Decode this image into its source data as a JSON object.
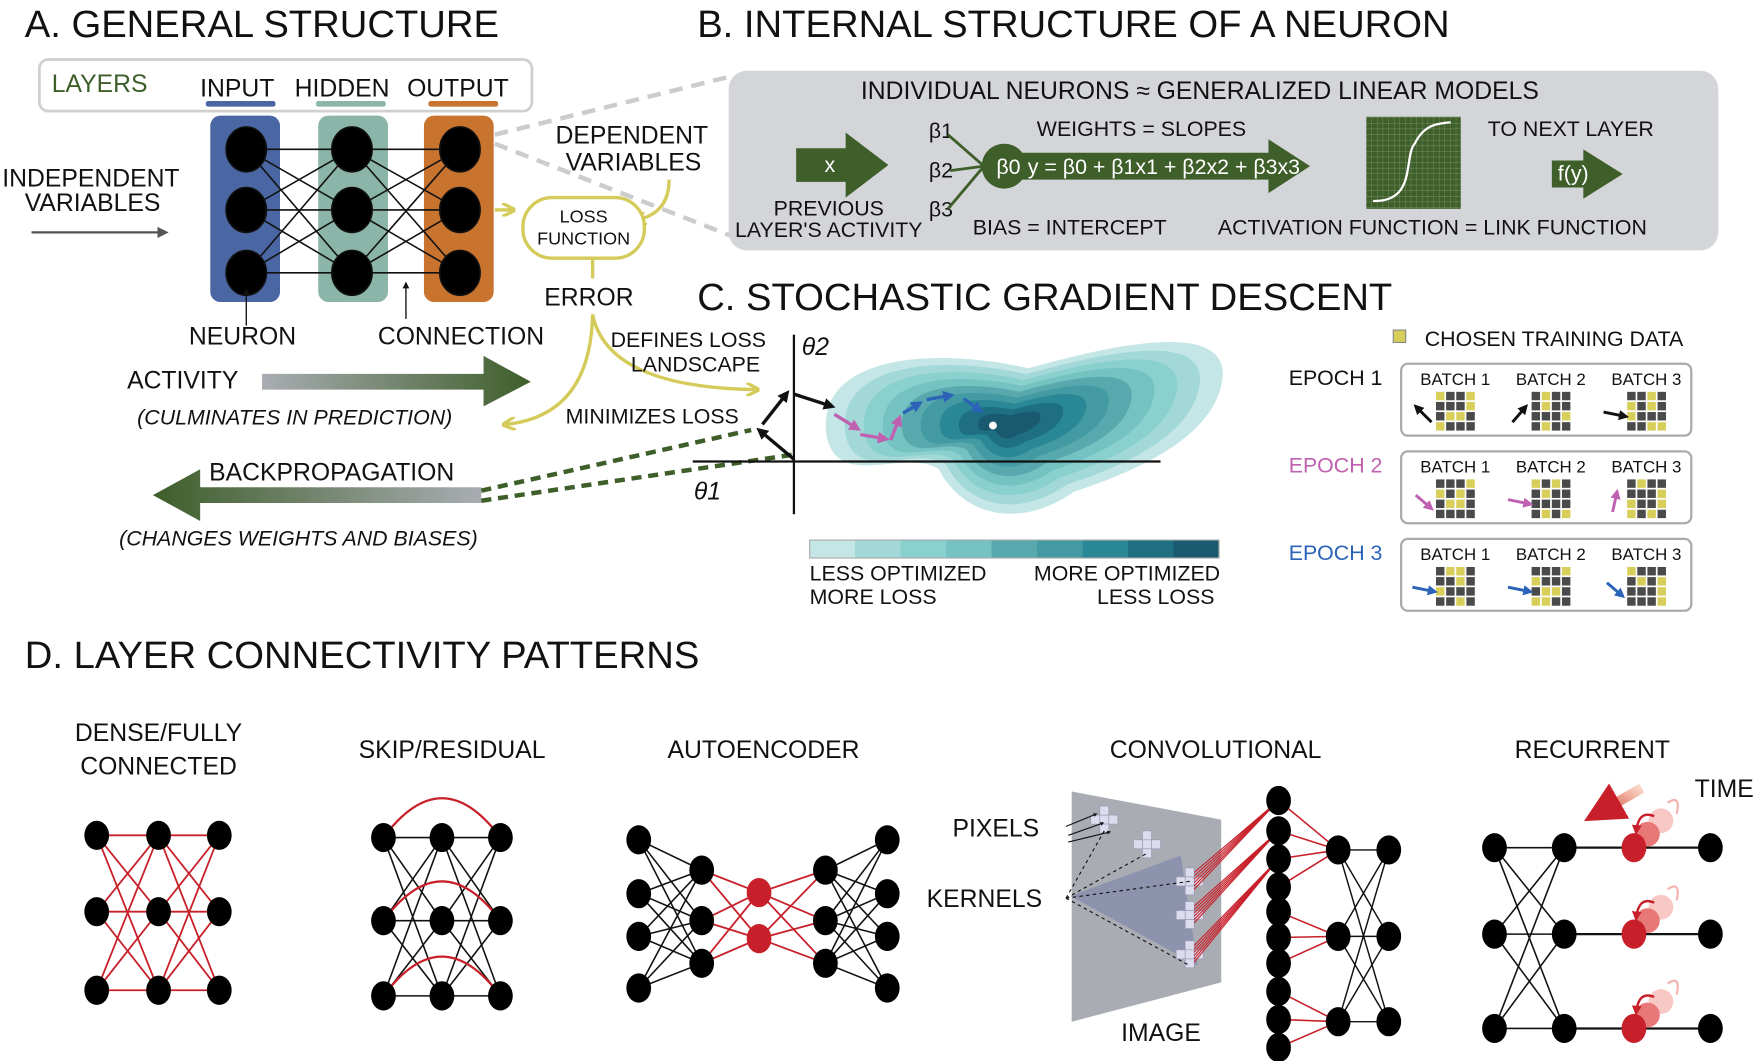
{
  "colors": {
    "input_layer": "#4a67a3",
    "hidden_layer": "#8ab5a8",
    "output_layer": "#c8742f",
    "green": "#3e5e2a",
    "loss_yellow": "#d4cb5a",
    "neuron_box": "#d4d5d8",
    "red": "#c8202a",
    "pink": "#c060b0",
    "blue": "#2b63b8",
    "batch_chosen": "#d8cf5a",
    "batch_other": "#4a4a4a"
  },
  "panel_a": {
    "title": "A. GENERAL STRUCTURE",
    "legend_label": "LAYERS",
    "layers": [
      "INPUT",
      "HIDDEN",
      "OUTPUT"
    ],
    "independent_variables": [
      "INDEPENDENT",
      "VARIABLES"
    ],
    "dependent_variables": [
      "DEPENDENT",
      "VARIABLES"
    ],
    "loss_function": [
      "LOSS",
      "FUNCTION"
    ],
    "error": "ERROR",
    "neuron": "NEURON",
    "connection": "CONNECTION",
    "activity": "ACTIVITY",
    "activity_note": "(CULMINATES IN PREDICTION)",
    "backprop": "BACKPROPAGATION",
    "backprop_note": "(CHANGES WEIGHTS AND BIASES)",
    "defines_loss": [
      "DEFINES LOSS",
      "LANDSCAPE"
    ],
    "minimizes_loss": "MINIMIZES LOSS"
  },
  "panel_b": {
    "title": "B. INTERNAL STRUCTURE OF A NEURON",
    "heading": "INDIVIDUAL NEURONS ≈ GENERALIZED LINEAR MODELS",
    "input_symbol": "x",
    "previous_layer": [
      "PREVIOUS",
      "LAYER'S ACTIVITY"
    ],
    "betas": [
      "β1",
      "β2",
      "β3"
    ],
    "bias_symbol": "β0",
    "weights_label": "WEIGHTS = SLOPES",
    "equation": "y = β0 + β1x1 + β2x2 + β3x3",
    "bias_label": "BIAS = INTERCEPT",
    "activation_label": "ACTIVATION FUNCTION = LINK FUNCTION",
    "next_layer": "TO NEXT LAYER",
    "output_symbol": "f(y)"
  },
  "panel_c": {
    "title": "C. STOCHASTIC GRADIENT DESCENT",
    "axis_x": "θ1",
    "axis_y": "θ2",
    "legend_chosen": "CHOSEN TRAINING DATA",
    "colorbar_left": [
      "LESS OPTIMIZED",
      "MORE LOSS"
    ],
    "colorbar_right": [
      "MORE OPTIMIZED",
      "LESS LOSS"
    ],
    "colorbar_colors": [
      "#c4e6e6",
      "#a2d9d8",
      "#8ad0ce",
      "#74c2c2",
      "#58a9ad",
      "#449aa2",
      "#2a8896",
      "#1e6f82",
      "#1a5a6e"
    ],
    "epochs": [
      {
        "label": "EPOCH 1",
        "color": "#111111",
        "batches": [
          {
            "label": "BATCH 1",
            "arrow": "up-left",
            "chosen": [
              0,
              3,
              7,
              9,
              10,
              12
            ]
          },
          {
            "label": "BATCH 2",
            "arrow": "up-right",
            "chosen": [
              1,
              5,
              11,
              13
            ]
          },
          {
            "label": "BATCH 3",
            "arrow": "right",
            "chosen": [
              2,
              4,
              6,
              8,
              14,
              15
            ]
          }
        ]
      },
      {
        "label": "EPOCH 2",
        "color": "#c060b0",
        "batches": [
          {
            "label": "BATCH 1",
            "arrow": "down-right",
            "chosen": [
              3,
              4,
              6,
              9,
              10
            ]
          },
          {
            "label": "BATCH 2",
            "arrow": "right",
            "chosen": [
              0,
              2,
              5,
              13,
              15
            ]
          },
          {
            "label": "BATCH 3",
            "arrow": "up",
            "chosen": [
              1,
              7,
              8,
              11,
              12,
              14
            ]
          }
        ]
      },
      {
        "label": "EPOCH 3",
        "color": "#2b63b8",
        "batches": [
          {
            "label": "BATCH 1",
            "arrow": "right",
            "chosen": [
              1,
              2,
              6,
              8,
              14
            ]
          },
          {
            "label": "BATCH 2",
            "arrow": "right",
            "chosen": [
              3,
              4,
              9,
              10,
              12,
              13
            ]
          },
          {
            "label": "BATCH 3",
            "arrow": "down-right",
            "chosen": [
              0,
              5,
              7,
              11,
              15
            ]
          }
        ]
      }
    ]
  },
  "panel_d": {
    "title": "D. LAYER CONNECTIVITY PATTERNS",
    "patterns": [
      {
        "label": [
          "DENSE/FULLY",
          "CONNECTED"
        ]
      },
      {
        "label": [
          "SKIP/RESIDUAL"
        ]
      },
      {
        "label": [
          "AUTOENCODER"
        ]
      },
      {
        "label": [
          "CONVOLUTIONAL"
        ]
      },
      {
        "label": [
          "RECURRENT"
        ]
      }
    ],
    "pixels": "PIXELS",
    "kernels": "KERNELS",
    "image": "IMAGE",
    "time": "TIME"
  }
}
